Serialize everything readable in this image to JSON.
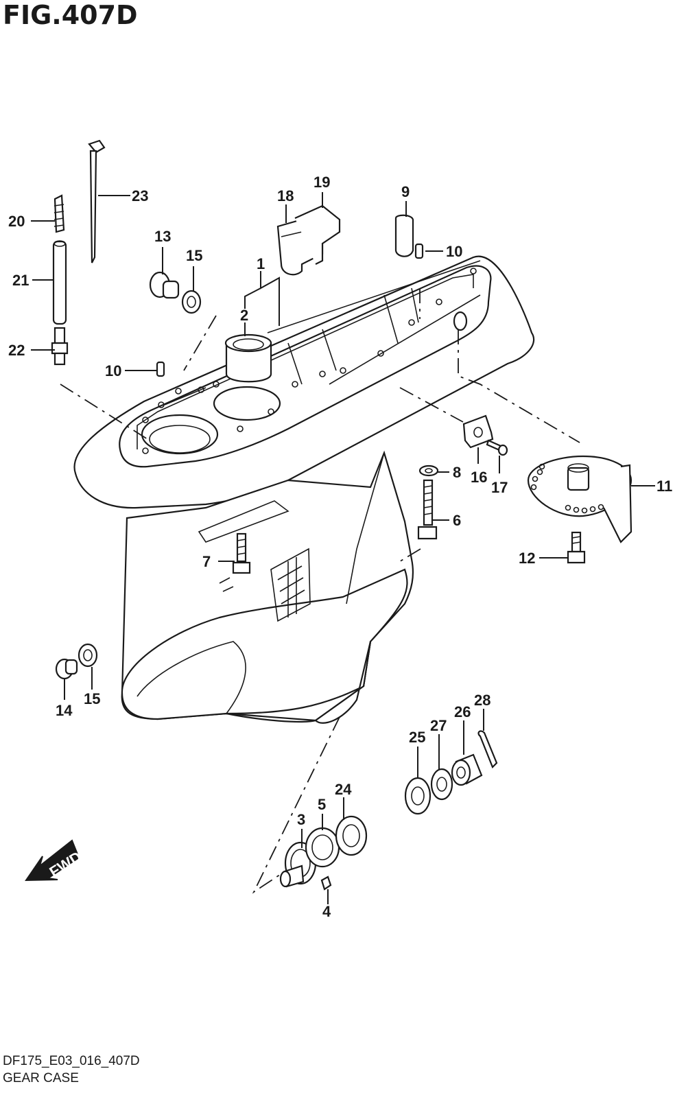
{
  "figure": {
    "title": "FIG.407D",
    "code": "DF175_E03_016_407D",
    "name": "GEAR CASE"
  },
  "direction_label": "FWD",
  "callouts": [
    "1",
    "2",
    "3",
    "4",
    "5",
    "6",
    "7",
    "8",
    "9",
    "10",
    "10",
    "11",
    "12",
    "13",
    "14",
    "15",
    "15",
    "16",
    "17",
    "18",
    "19",
    "20",
    "21",
    "22",
    "23",
    "24",
    "25",
    "26",
    "27",
    "28"
  ]
}
